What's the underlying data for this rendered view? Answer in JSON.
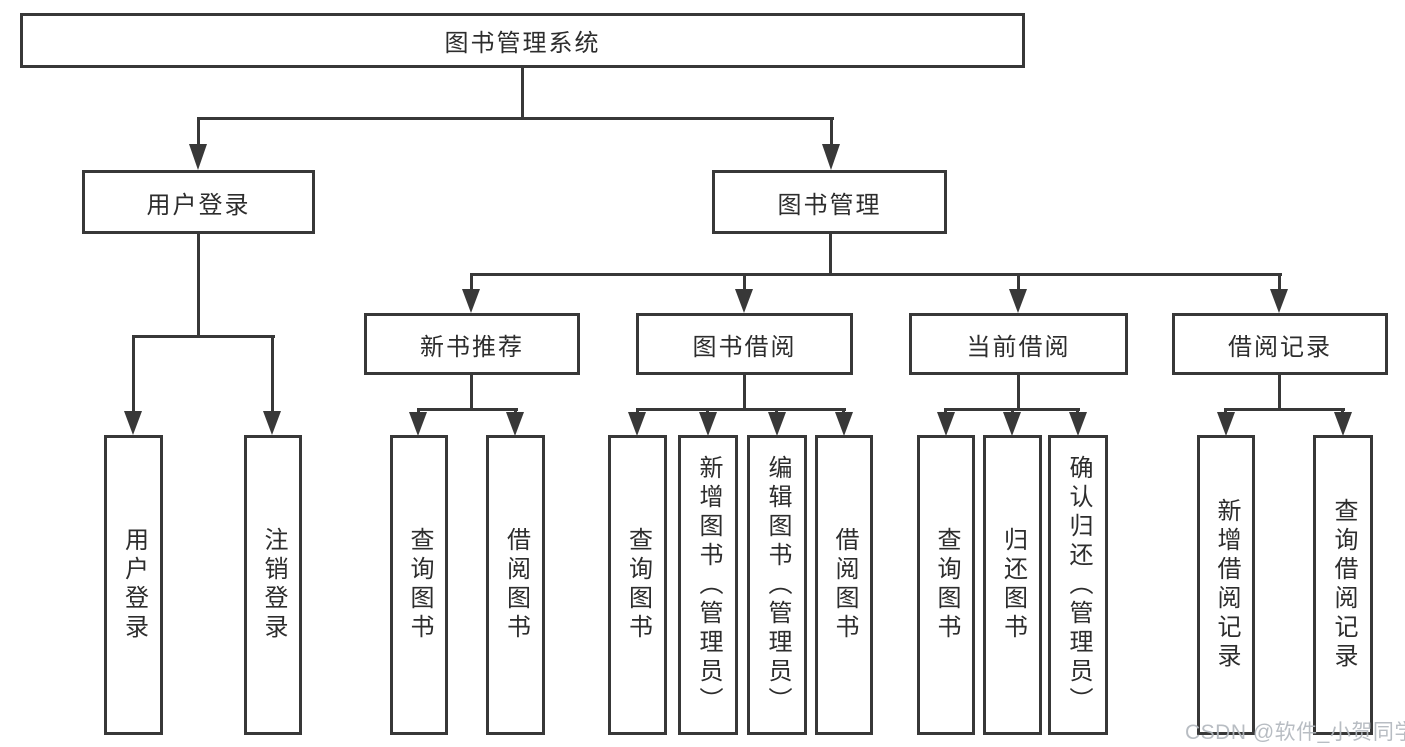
{
  "colors": {
    "line": "#383838",
    "box_background": "#ffffff",
    "text": "#2d2d2d",
    "watermark": "#b3b8be"
  },
  "watermark": {
    "text": "CSDN @软件_小贺同学"
  },
  "tree": {
    "label": "图书管理系统",
    "children": [
      {
        "label": "用户登录",
        "children": [
          {
            "label": "用户登录"
          },
          {
            "label": "注销登录"
          }
        ]
      },
      {
        "label": "图书管理",
        "children": [
          {
            "label": "新书推荐",
            "children": [
              {
                "label": "查询图书"
              },
              {
                "label": "借阅图书"
              }
            ]
          },
          {
            "label": "图书借阅",
            "children": [
              {
                "label": "查询图书"
              },
              {
                "label": "新增图书（管理员）"
              },
              {
                "label": "编辑图书（管理员）"
              },
              {
                "label": "借阅图书"
              }
            ]
          },
          {
            "label": "当前借阅",
            "children": [
              {
                "label": "查询图书"
              },
              {
                "label": "归还图书"
              },
              {
                "label": "确认归还（管理员）"
              }
            ]
          },
          {
            "label": "借阅记录",
            "children": [
              {
                "label": "新增借阅记录"
              },
              {
                "label": "查询借阅记录"
              }
            ]
          }
        ]
      }
    ]
  }
}
